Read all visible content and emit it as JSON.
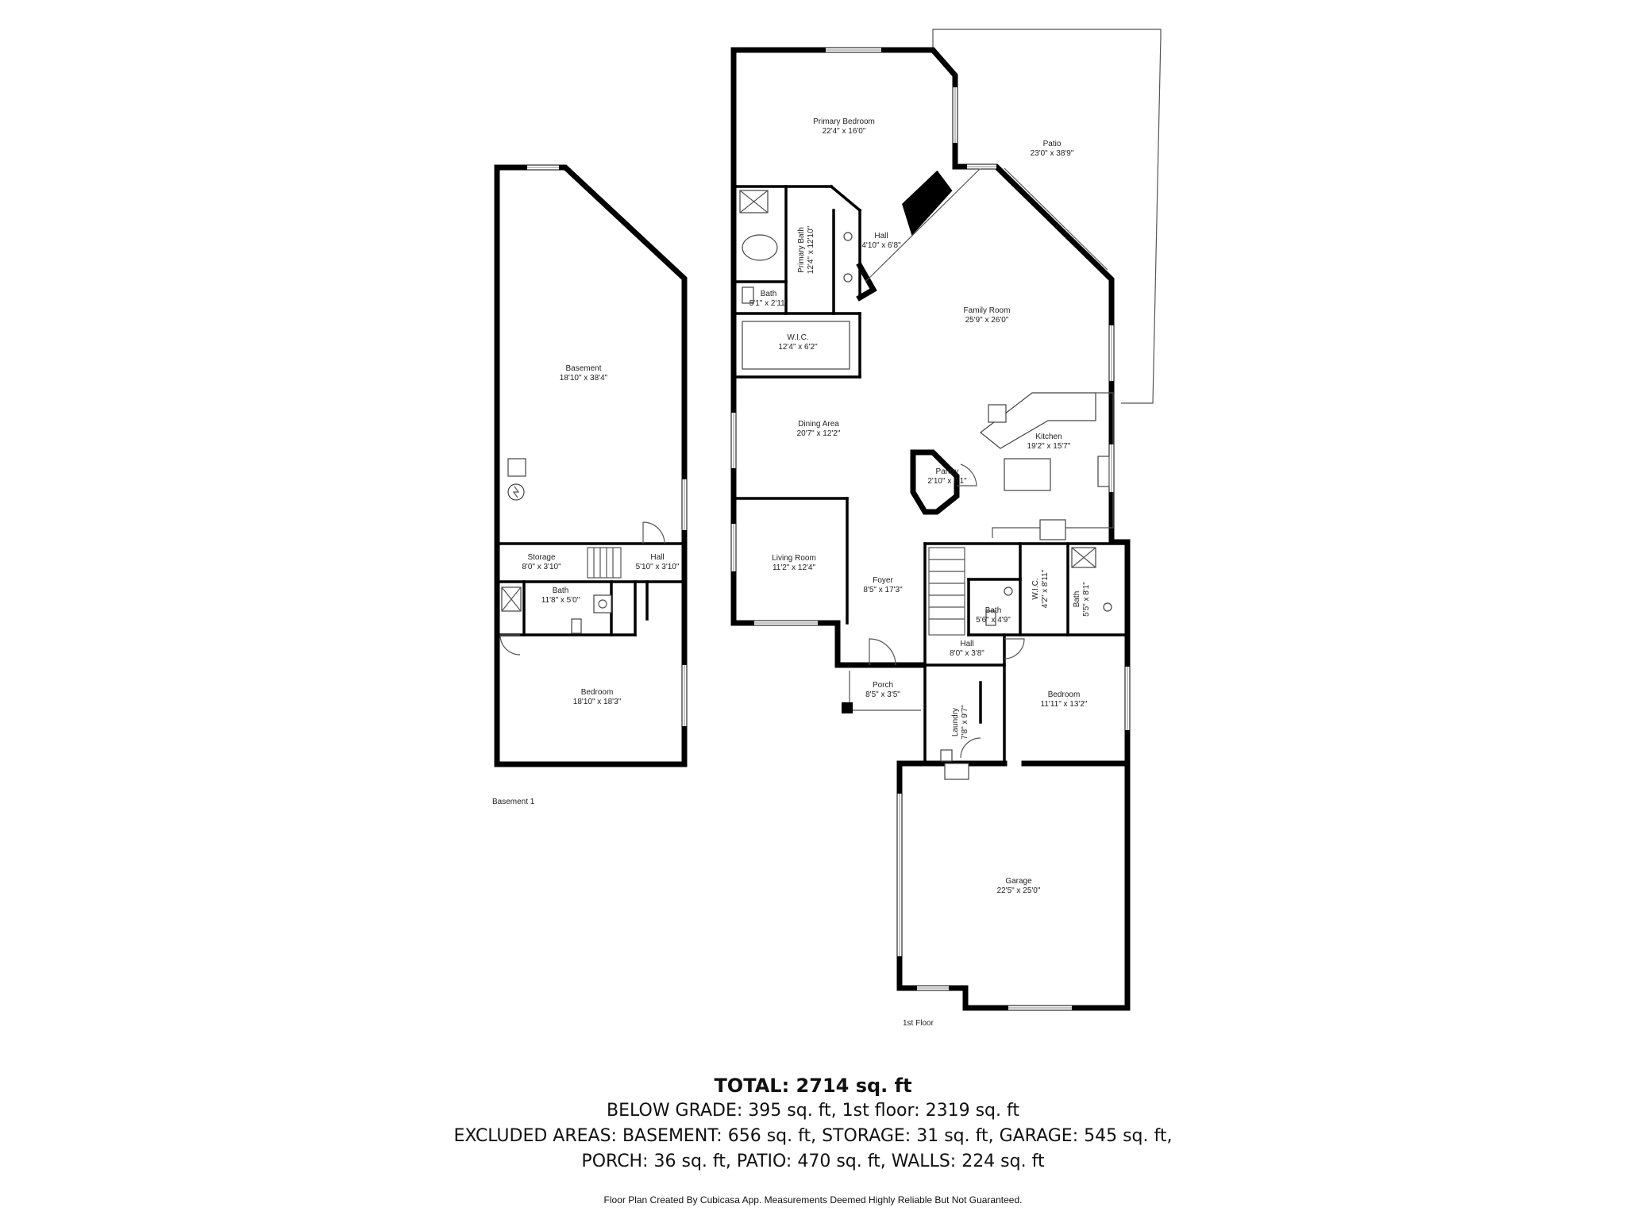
{
  "floors": {
    "basement": {
      "label": "Basement 1",
      "rooms": {
        "basement": {
          "name": "Basement",
          "dims": "18'10\" x 38'4\""
        },
        "storage": {
          "name": "Storage",
          "dims": "8'0\" x 3'10\""
        },
        "hall": {
          "name": "Hall",
          "dims": "5'10\" x 3'10\""
        },
        "bath": {
          "name": "Bath",
          "dims": "11'8\" x 5'0\""
        },
        "bedroom": {
          "name": "Bedroom",
          "dims": "18'10\" x 18'3\""
        }
      }
    },
    "first": {
      "label": "1st Floor",
      "rooms": {
        "primary_bedroom": {
          "name": "Primary Bedroom",
          "dims": "22'4\" x 16'0\""
        },
        "patio": {
          "name": "Patio",
          "dims": "23'0\" x 38'9\""
        },
        "primary_bath": {
          "name": "Primary Bath",
          "dims": "12'4\" x 12'10\""
        },
        "hall_upper": {
          "name": "Hall",
          "dims": "4'10\" x 6'8\""
        },
        "bath_small": {
          "name": "Bath",
          "dims": "5'1\" x 2'11\""
        },
        "family_room": {
          "name": "Family Room",
          "dims": "25'9\" x 26'0\""
        },
        "wic_primary": {
          "name": "W.I.C.",
          "dims": "12'4\" x 6'2\""
        },
        "dining_area": {
          "name": "Dining Area",
          "dims": "20'7\" x 12'2\""
        },
        "kitchen": {
          "name": "Kitchen",
          "dims": "19'2\" x 15'7\""
        },
        "pantry": {
          "name": "Pantry",
          "dims": "2'10\" x 6'1\""
        },
        "living_room": {
          "name": "Living Room",
          "dims": "11'2\" x 12'4\""
        },
        "foyer": {
          "name": "Foyer",
          "dims": "8'5\" x 17'3\""
        },
        "wic_bedroom": {
          "name": "W.I.C.",
          "dims": "4'2\" x 8'11\""
        },
        "bath_right": {
          "name": "Bath",
          "dims": "5'5\" x 8'1\""
        },
        "bath_center": {
          "name": "Bath",
          "dims": "5'6\" x 4'9\""
        },
        "hall_lower": {
          "name": "Hall",
          "dims": "8'0\" x 3'8\""
        },
        "porch": {
          "name": "Porch",
          "dims": "8'5\" x 3'5\""
        },
        "laundry": {
          "name": "Laundry",
          "dims": "7'8\" x 9'7\""
        },
        "bedroom": {
          "name": "Bedroom",
          "dims": "11'11\" x 13'2\""
        },
        "garage": {
          "name": "Garage",
          "dims": "22'5\" x 25'0\""
        }
      }
    }
  },
  "summary": {
    "total": "TOTAL: 2714 sq. ft",
    "line1": "BELOW GRADE: 395 sq. ft, 1st floor: 2319 sq. ft",
    "line2": "EXCLUDED AREAS: BASEMENT: 656 sq. ft, STORAGE: 31 sq. ft, GARAGE: 545 sq. ft,",
    "line3": "PORCH: 36 sq. ft, PATIO: 470 sq. ft, WALLS: 224 sq. ft"
  },
  "disclaimer": "Floor Plan Created By Cubicasa App. Measurements Deemed Highly Reliable But Not Guaranteed."
}
